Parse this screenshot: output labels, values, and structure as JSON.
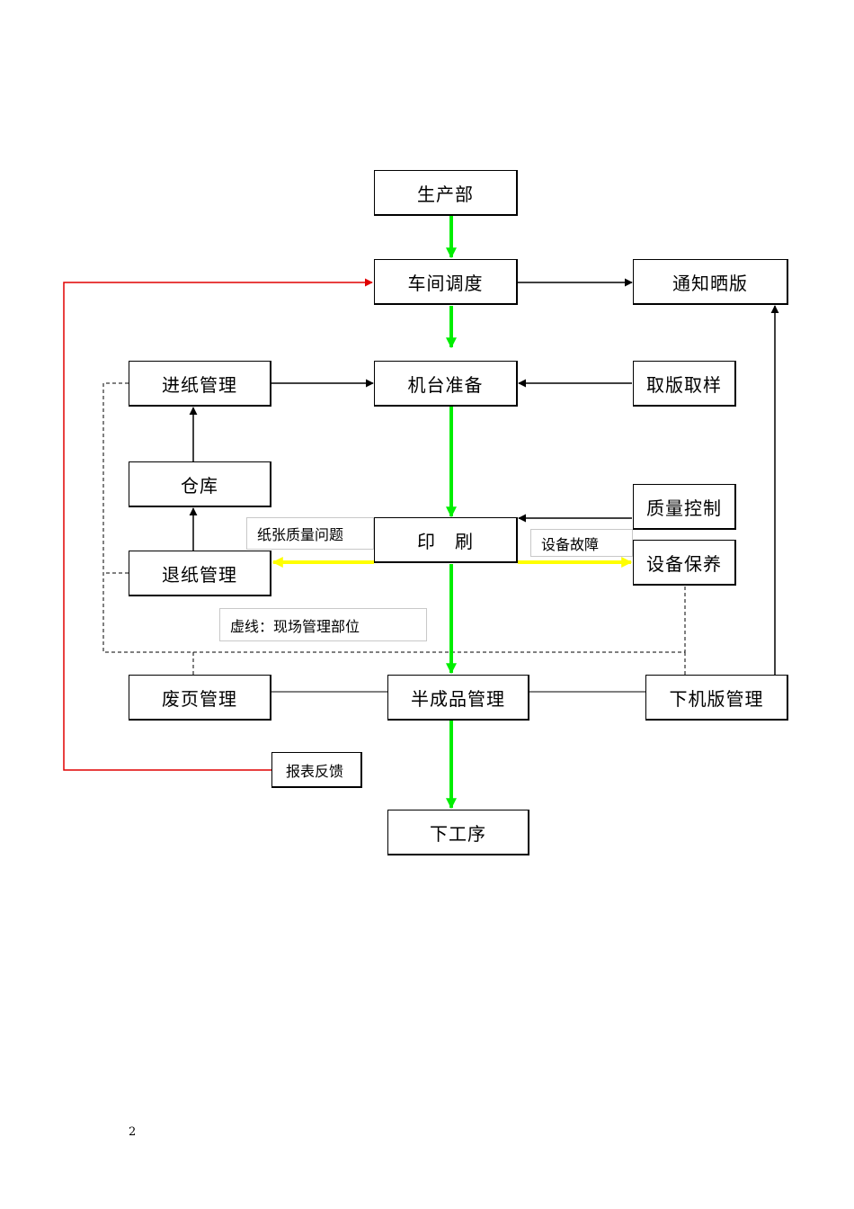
{
  "boxes": {
    "production": "生产部",
    "dispatch": "车间调度",
    "notify_plate": "通知晒版",
    "paper_in": "进纸管理",
    "machine_prep": "机台准备",
    "fetch_plate": "取版取样",
    "warehouse": "仓库",
    "quality_control": "质量控制",
    "printing": "印　刷",
    "paper_return": "退纸管理",
    "maintenance": "设备保养",
    "waste": "废页管理",
    "semi_finished": "半成品管理",
    "plate_off": "下机版管理",
    "next_process": "下工序"
  },
  "notes": {
    "paper_quality": "纸张质量问题",
    "equipment_fault": "设备故障",
    "dashed_legend": "虚线：现场管理部位",
    "report_feedback": "报表反馈"
  },
  "colors": {
    "main_flow": "#00ee00",
    "issue_flow": "#ffff00",
    "feedback": "#e00000",
    "line": "#000000"
  },
  "page_number": "2"
}
